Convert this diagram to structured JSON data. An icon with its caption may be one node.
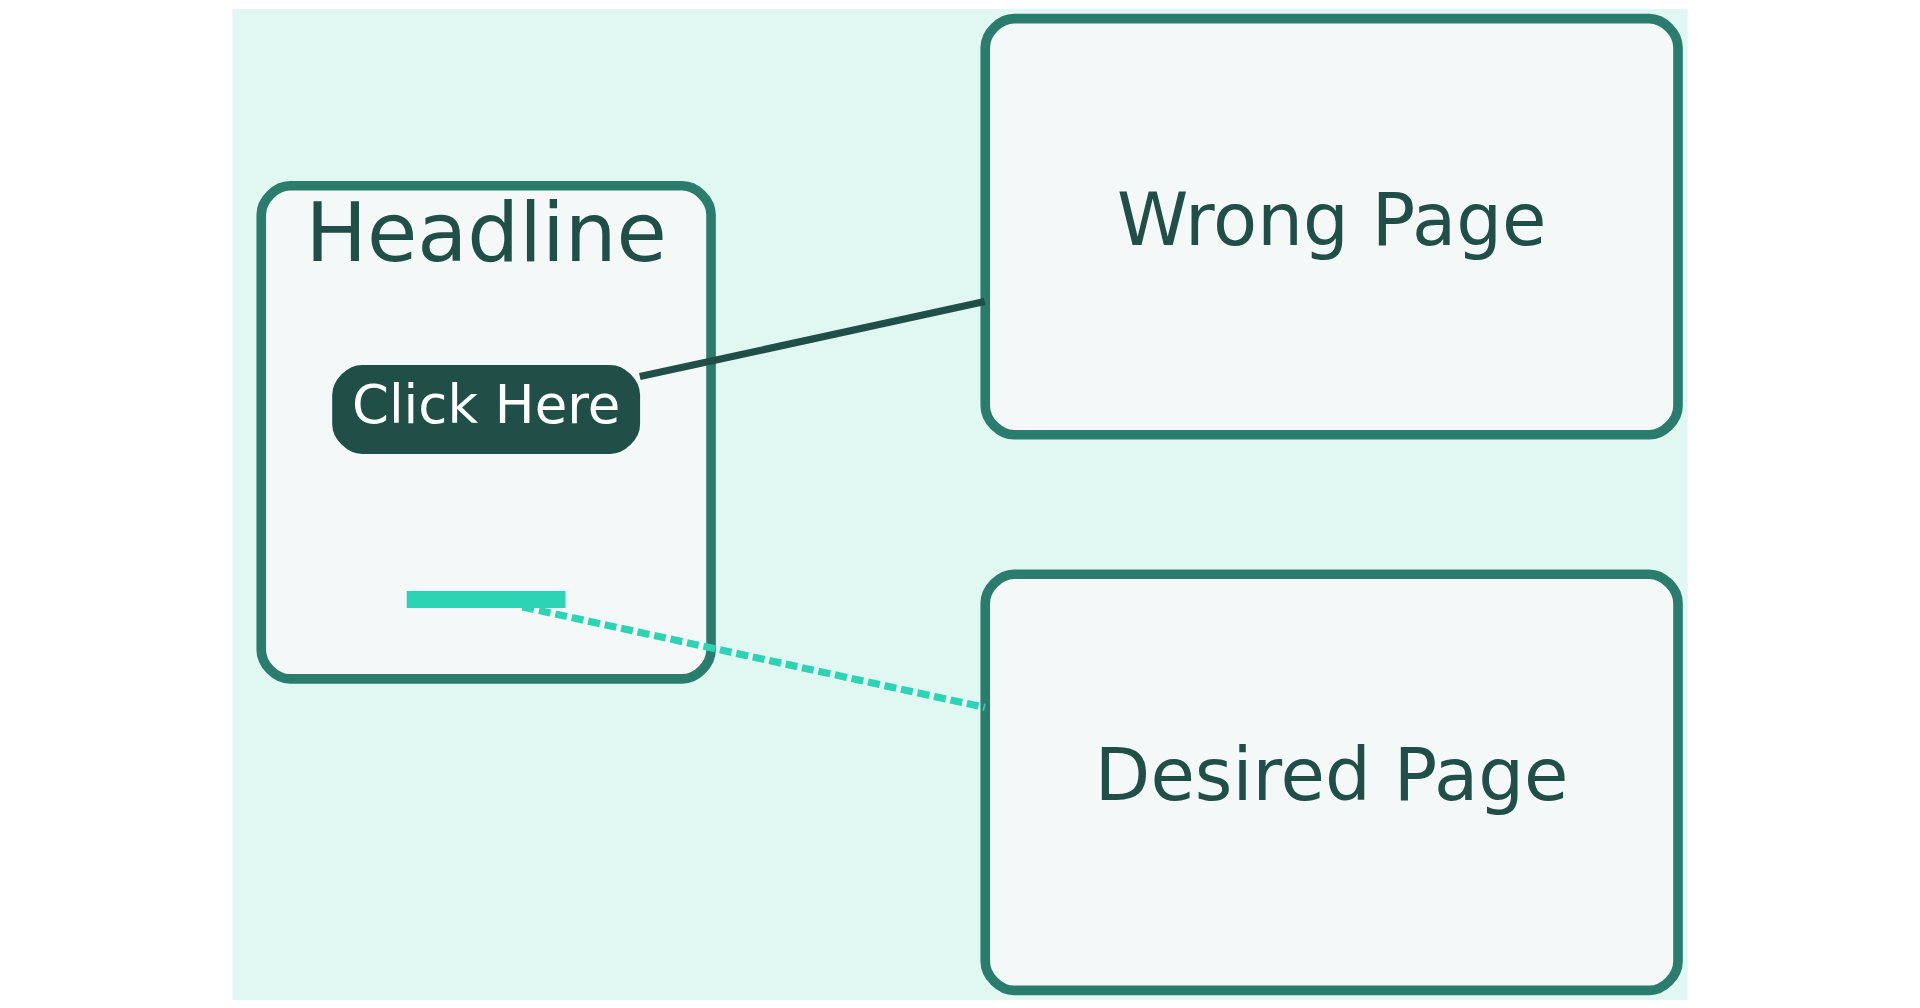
{
  "diagram": {
    "nodes": [
      {
        "text": [
          "Headline"
        ]
      },
      {
        "text": [
          "Click Here"
        ],
        "in": 0
      },
      {
        "text": [],
        "shape": "bar",
        "in": 0
      },
      {
        "text": [
          "Wrong Page"
        ]
      },
      {
        "text": [
          "Desired Page"
        ]
      }
    ],
    "edges": [
      {
        "from": 1,
        "to": 3,
        "arrow": "none"
      },
      {
        "from": 2,
        "to": 4,
        "arrow": "none",
        "style": "dashed",
        "color": "#2dd4b4"
      }
    ]
  }
}
